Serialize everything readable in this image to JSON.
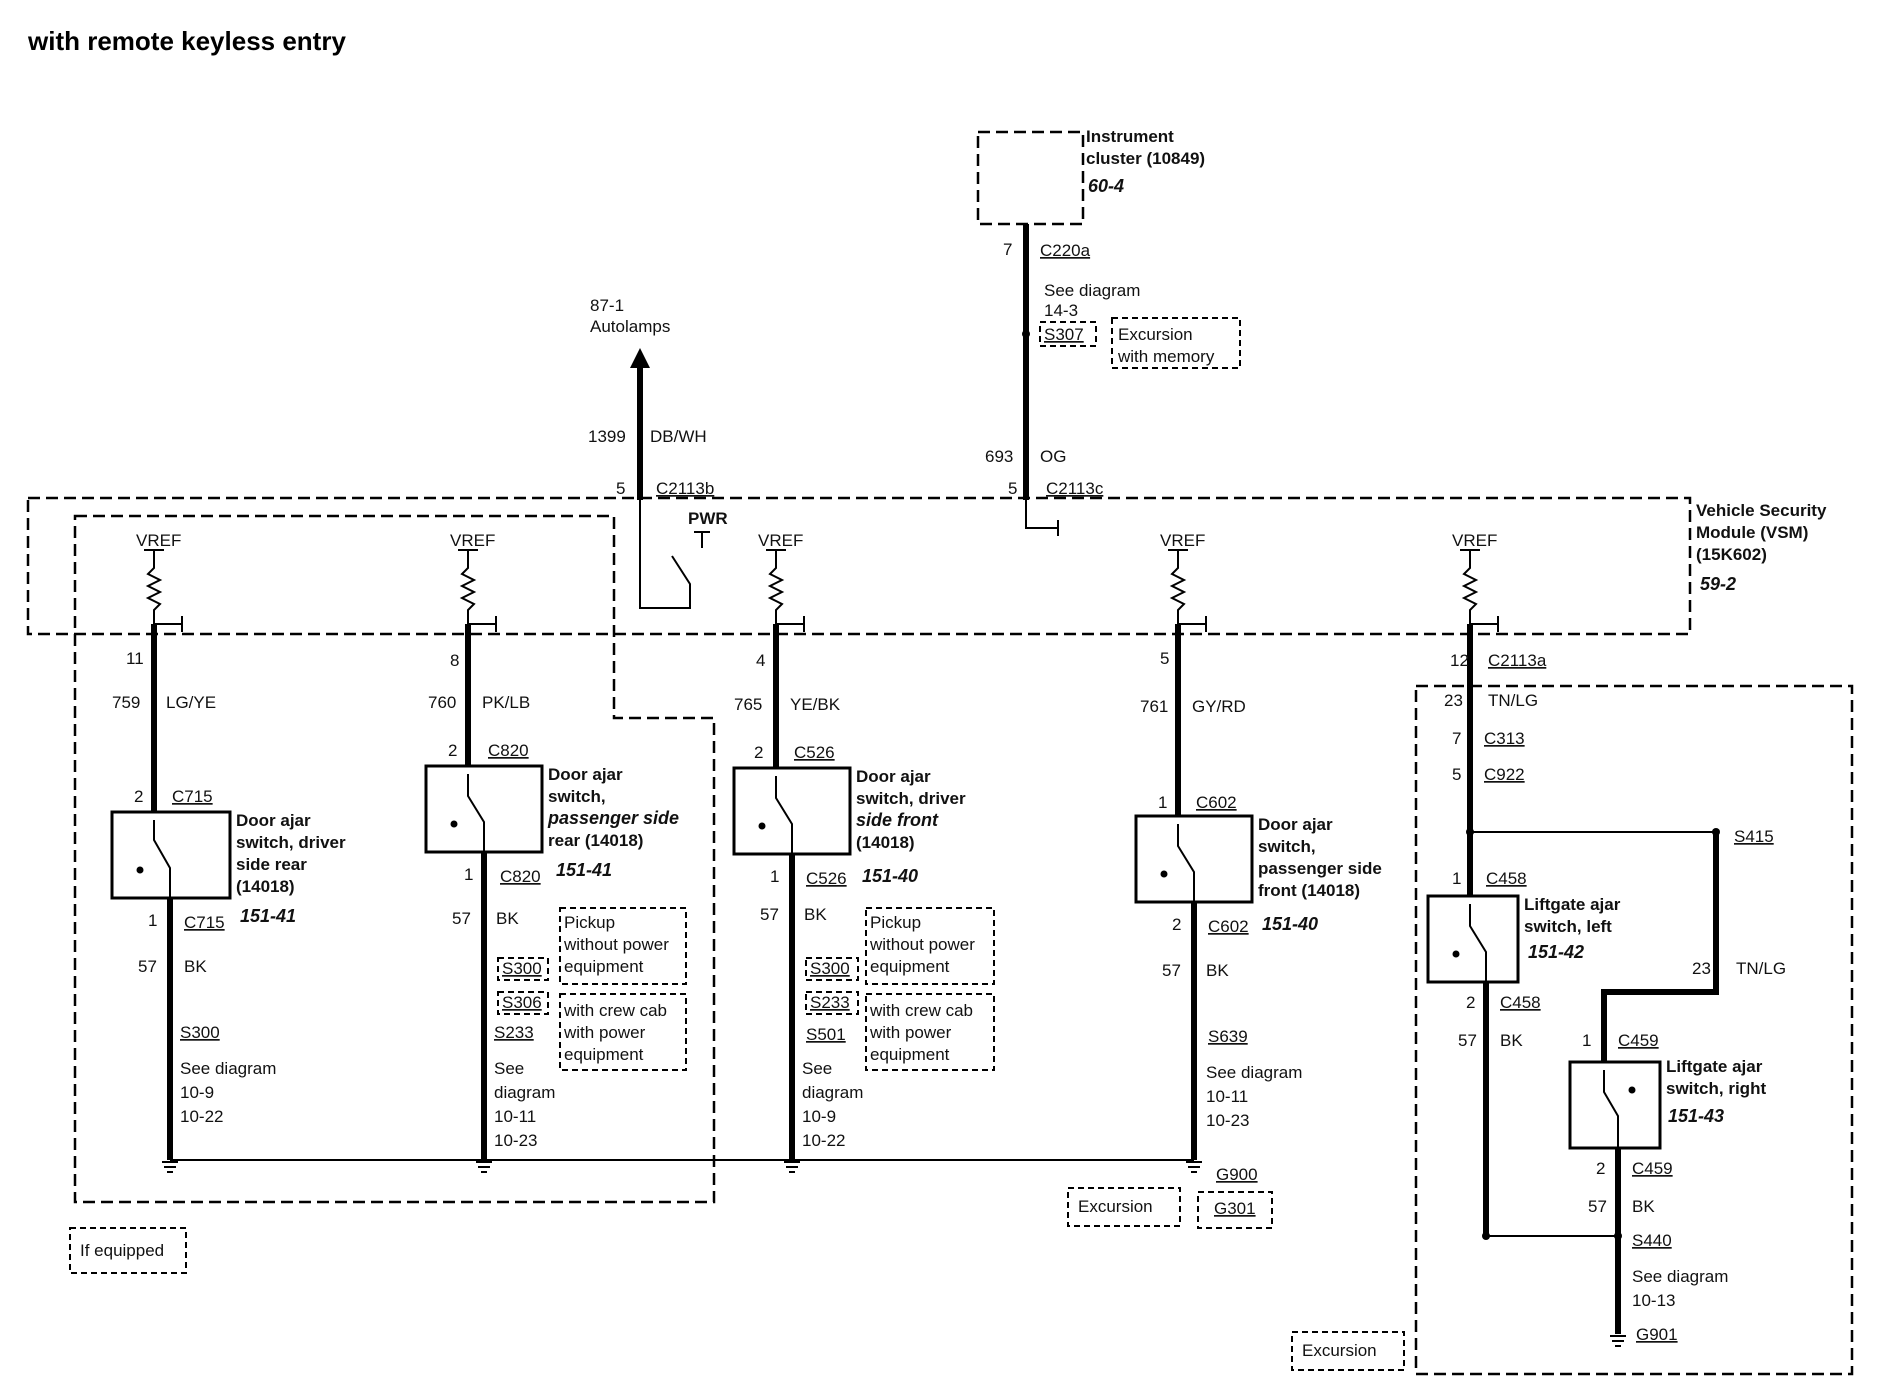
{
  "title": "with remote keyless entry",
  "instrument_cluster": {
    "name_1": "Instrument",
    "name_2": "cluster (10849)",
    "ref": "60-4",
    "pin": "7",
    "connector": "C220a",
    "see_1": "See diagram",
    "see_2": "14-3",
    "splice": "S307",
    "excursion_1": "Excursion",
    "excursion_2": "with memory",
    "circuit": "693",
    "color": "OG",
    "vsm_pin": "5",
    "vsm_connector": "C2113c"
  },
  "autolamps": {
    "ref": "87-1",
    "label": "Autolamps",
    "circuit": "1399",
    "color": "DB/WH",
    "pin": "5",
    "connector": "C2113b",
    "pwr": "PWR"
  },
  "vsm": {
    "name_1": "Vehicle Security",
    "name_2": "Module (VSM)",
    "name_3": "(15K602)",
    "ref": "59-2"
  },
  "vref": "VREF",
  "switches": [
    {
      "pin": "11",
      "circuit": "759",
      "color": "LG/YE",
      "in_pin": "2",
      "in_conn": "C715",
      "name_1": "Door ajar",
      "name_2": "switch, driver",
      "name_3": "side rear",
      "name_4": "(14018)",
      "out_pin": "1",
      "out_conn": "C715",
      "ref": "151-41",
      "gnd_circuit": "57",
      "gnd_color": "BK",
      "splice": "S300",
      "see_1": "See diagram",
      "see_2": "10-9",
      "see_3": "10-22"
    },
    {
      "pin": "8",
      "circuit": "760",
      "color": "PK/LB",
      "in_pin": "2",
      "in_conn": "C820",
      "name_1": "Door ajar",
      "name_2": "switch,",
      "name_3": "passenger side",
      "name_4": "rear (14018)",
      "out_pin": "1",
      "out_conn": "C820",
      "ref": "151-41",
      "gnd_circuit": "57",
      "gnd_color": "BK",
      "splice_a": "S300",
      "splice_b": "S306",
      "splice": "S233",
      "note_a_1": "Pickup",
      "note_a_2": "without power",
      "note_a_3": "equipment",
      "note_b_1": "with crew cab",
      "note_b_2": "with power",
      "note_b_3": "equipment",
      "see_1": "See",
      "see_2": "diagram",
      "see_3": "10-11",
      "see_4": "10-23"
    },
    {
      "pin": "4",
      "circuit": "765",
      "color": "YE/BK",
      "in_pin": "2",
      "in_conn": "C526",
      "name_1": "Door ajar",
      "name_2": "switch, driver",
      "name_3": "side front",
      "name_4": "(14018)",
      "out_pin": "1",
      "out_conn": "C526",
      "ref": "151-40",
      "gnd_circuit": "57",
      "gnd_color": "BK",
      "splice_a": "S300",
      "splice_b": "S233",
      "splice": "S501",
      "note_a_1": "Pickup",
      "note_a_2": "without power",
      "note_a_3": "equipment",
      "note_b_1": "with crew cab",
      "note_b_2": "with power",
      "note_b_3": "equipment",
      "see_1": "See",
      "see_2": "diagram",
      "see_3": "10-9",
      "see_4": "10-22"
    },
    {
      "pin": "5",
      "circuit": "761",
      "color": "GY/RD",
      "in_pin": "1",
      "in_conn": "C602",
      "name_1": "Door ajar",
      "name_2": "switch,",
      "name_3": "passenger side",
      "name_4": "front (14018)",
      "out_pin": "2",
      "out_conn": "C602",
      "ref": "151-40",
      "gnd_circuit": "57",
      "gnd_color": "BK",
      "splice": "S639",
      "see_1": "See diagram",
      "see_2": "10-11",
      "see_3": "10-23",
      "ground_a": "G900",
      "ground_b": "G301",
      "excursion": "Excursion"
    }
  ],
  "liftgate": {
    "pin": "12",
    "vsm_conn": "C2113a",
    "circuit": "23",
    "color": "TN/LG",
    "conn_1_pin": "7",
    "conn_1": "C313",
    "conn_2_pin": "5",
    "conn_2": "C922",
    "splice_top": "S415",
    "left_in_pin": "1",
    "left_in_conn": "C458",
    "left_name_1": "Liftgate ajar",
    "left_name_2": "switch, left",
    "left_ref": "151-42",
    "left_out_pin": "2",
    "left_out_conn": "C458",
    "left_gnd_circuit": "57",
    "left_gnd_color": "BK",
    "right_circuit": "23",
    "right_color": "TN/LG",
    "right_in_pin": "1",
    "right_in_conn": "C459",
    "right_name_1": "Liftgate ajar",
    "right_name_2": "switch, right",
    "right_ref": "151-43",
    "right_out_pin": "2",
    "right_out_conn": "C459",
    "right_gnd_circuit": "57",
    "right_gnd_color": "BK",
    "splice": "S440",
    "see_1": "See diagram",
    "see_2": "10-13",
    "ground": "G901",
    "excursion": "Excursion"
  },
  "if_equipped": "If equipped"
}
